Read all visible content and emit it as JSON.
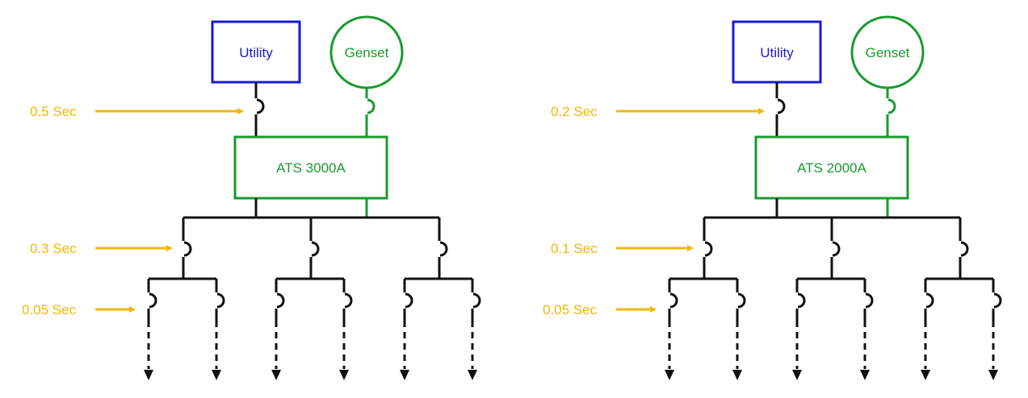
{
  "diagrams": [
    {
      "utility_label": "Utility",
      "genset_label": "Genset",
      "ats_label": "ATS 3000A",
      "timings": {
        "main": "0.5 Sec",
        "feeder": "0.3 Sec",
        "branch": "0.05 Sec"
      }
    },
    {
      "utility_label": "Utility",
      "genset_label": "Genset",
      "ats_label": "ATS 2000A",
      "timings": {
        "main": "0.2 Sec",
        "feeder": "0.1 Sec",
        "branch": "0.05 Sec"
      }
    }
  ],
  "colors": {
    "utility": "#1a1ad6",
    "genset": "#1a9a2e",
    "line": "#111111",
    "arrow": "#f2b705"
  }
}
